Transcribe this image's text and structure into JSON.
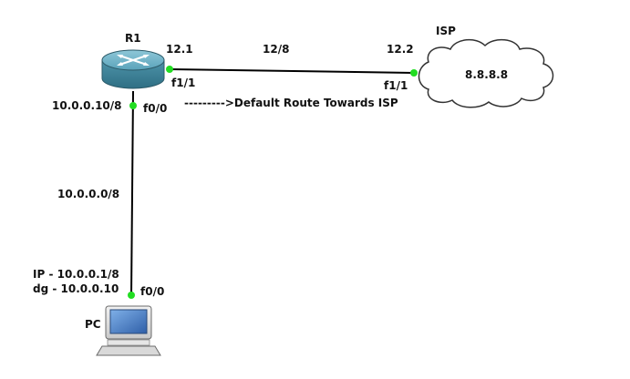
{
  "colors": {
    "link": "#000000",
    "port_dot": "#22dd22",
    "router_body": "#4d93a9",
    "cloud_stroke": "#333333"
  },
  "icons": [
    "router-icon",
    "cloud-icon",
    "pc-icon"
  ],
  "router": {
    "name": "R1"
  },
  "isp": {
    "name": "ISP",
    "cloud_ip": "8.8.8.8"
  },
  "pc": {
    "name": "PC",
    "ip": "IP - 10.0.0.1/8",
    "dg": "dg - 10.0.0.10"
  },
  "links": {
    "wan": {
      "network": "12/8",
      "r1_ip": "12.1",
      "r1_port": "f1/1",
      "isp_ip": "12.2",
      "isp_port": "f1/1"
    },
    "lan": {
      "network": "10.0.0.0/8",
      "r1_ip": "10.0.0.10/8",
      "r1_port": "f0/0",
      "pc_port": "f0/0"
    }
  },
  "annotation": "--------->Default Route Towards ISP"
}
